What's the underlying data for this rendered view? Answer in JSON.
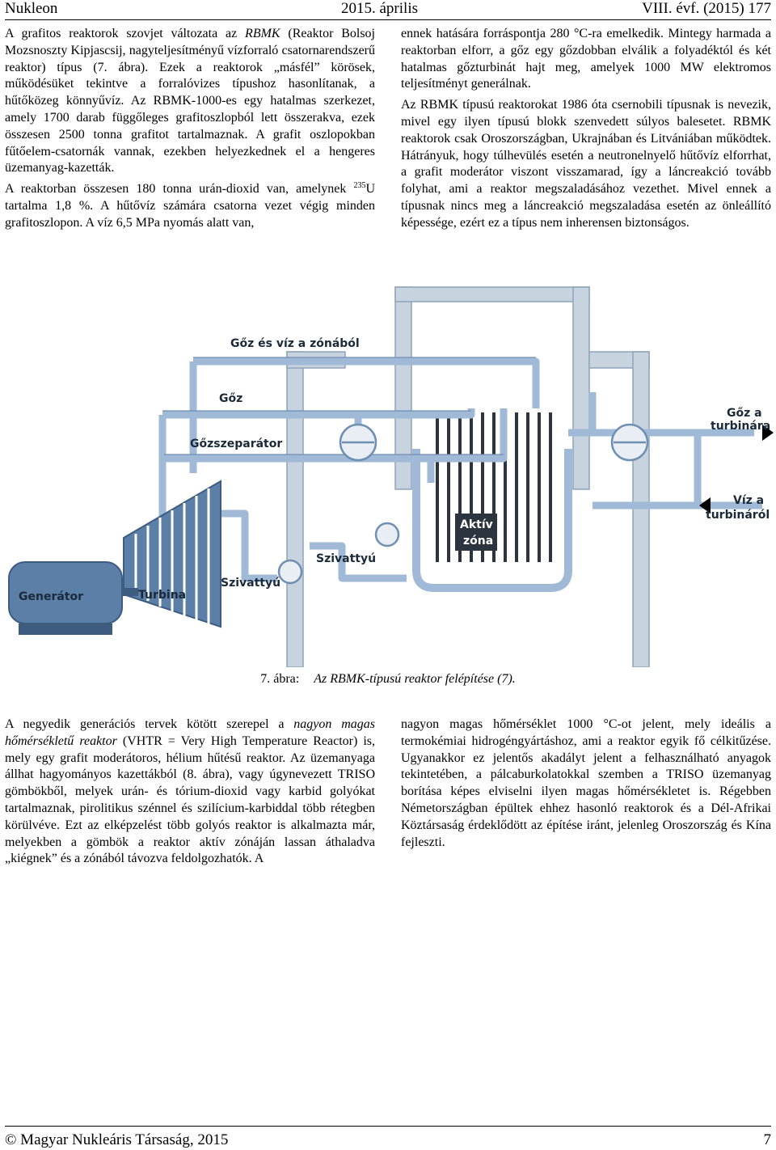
{
  "header": {
    "journal": "Nukleon",
    "date": "2015. április",
    "volume": "VIII. évf. (2015) 177"
  },
  "top_left": {
    "p1_a": "A grafitos reaktorok szovjet változata az ",
    "p1_rbmk": "RBMK",
    "p1_b": " (Reaktor Bolsoj Mozsnoszty Kipjascsij, nagyteljesítményű vízforraló csatornarendszerű reaktor) típus (7. ábra). Ezek a reaktorok „másfél” körösek, működésüket tekintve a forralóvizes típushoz hasonlítanak, a hűtőközeg könnyűvíz. Az RBMK-1000-es egy hatalmas szerkezet, amely 1700 darab függőleges grafitoszlopból lett összerakva, ezek összesen 2500 tonna grafitot tartalmaznak. A grafit oszlopokban fűtőelem-csatornák vannak, ezekben helyezkednek el a hengeres üzemanyag-kazetták.",
    "p2_a": "A reaktorban összesen 180 tonna urán-dioxid van, amelynek ",
    "p2_sup": "235",
    "p2_b": "U tartalma 1,8 %. A hűtővíz számára csatorna vezet végig minden grafitoszlopon. A víz 6,5 MPa nyomás alatt van,"
  },
  "top_right": {
    "p1": "ennek hatására forráspontja 280 °C-ra emelkedik. Mintegy harmada a reaktorban elforr, a gőz egy gőzdobban elválik a folyadéktól és két hatalmas gőzturbinát hajt meg, amelyek 1000 MW elektromos teljesítményt generálnak.",
    "p2": "Az RBMK típusú reaktorokat 1986 óta csernobili típusnak is nevezik, mivel egy ilyen típusú blokk szenvedett súlyos balesetet. RBMK reaktorok csak Oroszországban, Ukrajnában és Litvániában működtek. Hátrányuk, hogy túlhevülés esetén a neutronelnyelő hűtővíz elforrhat, a grafit moderátor viszont visszamarad, így a láncreakció tovább folyhat, ami a reaktor megszaladásához vezethet. Mivel ennek a típusnak nincs meg a láncreakció megszaladása esetén az önleállító képessége, ezért ez a típus nem inherensen biztonságos."
  },
  "figure": {
    "labels": {
      "steam_water": "Gőz és víz a zónából",
      "steam": "Gőz",
      "separator": "Gőzszeparátor",
      "to_turbine_1": "Gőz a",
      "to_turbine_2": "turbinára",
      "from_turbine_1": "Víz a",
      "from_turbine_2": "turbináról",
      "core_1": "Aktív",
      "core_2": "zóna",
      "pump_1": "Szivattyú",
      "pump_2": "Szivattyú",
      "generator": "Generátor",
      "turbine": "Turbina"
    },
    "colors": {
      "pipe": "#9fb9d6",
      "pipe_edge": "#6f8fb3",
      "wall": "#c7d3df",
      "dark": "#2c3440",
      "generator": "#5c7fa8"
    },
    "caption_num": "7. ábra:",
    "caption_text": "Az RBMK-típusú reaktor felépítése (7)."
  },
  "bottom_left": {
    "a": "A negyedik generációs tervek kötött szerepel a ",
    "italic": "nagyon magas hőmérsékletű reaktor",
    "b": " (VHTR = Very High Temperature Reactor) is, mely egy grafit moderátoros, hélium hűtésű reaktor. Az üzemanyaga állhat hagyományos kazettákból (8. ábra), vagy úgynevezett TRISO gömbökből, melyek urán- és tórium-dioxid vagy karbid golyókat tartalmaznak, pirolitikus szénnel és szilícium-karbiddal több rétegben körülvéve. Ezt az elképzelést több golyós reaktor is alkalmazta már, melyekben a gömbök a reaktor aktív zónáján lassan áthaladva „kiégnek” és a zónából távozva feldolgozhatók. A"
  },
  "bottom_right": {
    "p1": "nagyon magas hőmérséklet 1000 °C-ot jelent, mely ideális a termokémiai hidrogéngyártáshoz, ami a reaktor egyik fő célkitűzése. Ugyanakkor ez jelentős akadályt jelent a felhasználható anyagok tekintetében, a pálcaburkolatokkal szemben a TRISO üzemanyag borítása képes elviselni ilyen magas hőmérsékletet is. Régebben Németországban épültek ehhez hasonló reaktorok és a Dél-Afrikai Köztársaság érdeklődött az építése iránt, jelenleg Oroszország és Kína fejleszti."
  },
  "footer": {
    "copyright": "© Magyar Nukleáris Társaság, 2015",
    "page": "7"
  }
}
